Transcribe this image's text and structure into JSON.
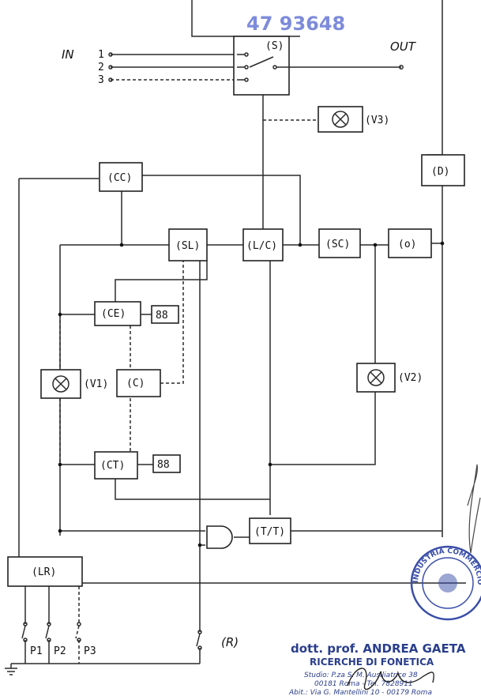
{
  "stamp_number": "47 93648",
  "io": {
    "in_label": "IN",
    "out_label": "OUT",
    "inputs": [
      "1",
      "2",
      "3"
    ]
  },
  "blocks": {
    "S": "(S)",
    "V3": "(V3)",
    "CC": "(CC)",
    "D": "(D)",
    "SL": "(SL)",
    "LC": "(L/C)",
    "SC": "(SC)",
    "O": "(o)",
    "CE": "(CE)",
    "V1": "(V1)",
    "C": "(C)",
    "V2": "(V2)",
    "CT": "(CT)",
    "TT": "(T/T)",
    "LR": "(LR)"
  },
  "displays": {
    "ce_display": "88",
    "ct_display": "88"
  },
  "switches": {
    "P1": "P1",
    "P2": "P2",
    "P3": "P3",
    "R": "(R)"
  },
  "letterhead": {
    "name": "dott. prof. ANDREA GAETA",
    "dept": "RICERCHE DI FONETICA",
    "studio": "Studio: P.za S. M. Ausiliatrice 38",
    "studio_city": "00181 Roma - Tel. 7828911",
    "home": "Abit.: Via G. Mantellini 10 - 00179 Roma"
  },
  "seal_text": "INDUSTRIA COMMERCIO UFFICIO PROV. IND. COMM."
}
